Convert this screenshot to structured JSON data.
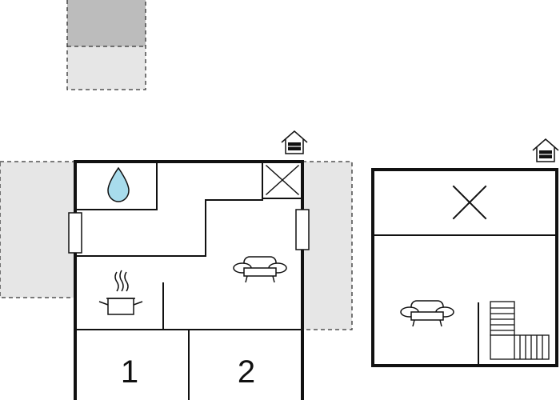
{
  "floorplan": {
    "colors": {
      "wall": "#111111",
      "terrace": "#e6e6e6",
      "terrace_dark": "#bcbcbc",
      "water": "#a8dcec",
      "background": "#ffffff"
    },
    "entrance_icon": "house-entrance-icon",
    "ground_floor": {
      "bedrooms": [
        {
          "number": "1",
          "icon": "bed-number-label"
        },
        {
          "number": "2",
          "icon": "bed-number-label"
        }
      ],
      "icons": [
        "water-drop-icon",
        "window-icon",
        "storage-cross-icon",
        "sofa-icon",
        "cooking-pot-icon"
      ]
    },
    "upper_floor": {
      "icons": [
        "void-cross-icon",
        "sofa-icon",
        "staircase-icon"
      ]
    }
  }
}
